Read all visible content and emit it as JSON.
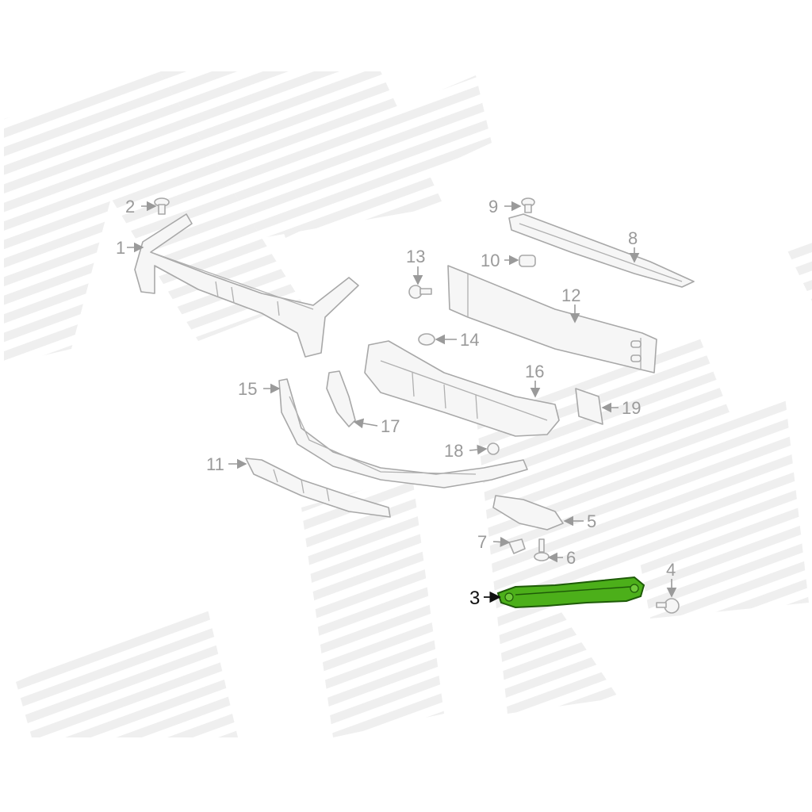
{
  "diagram": {
    "highlight_color": "#4caf1a",
    "callouts": [
      {
        "id": "1",
        "label": "1"
      },
      {
        "id": "2",
        "label": "2"
      },
      {
        "id": "3",
        "label": "3"
      },
      {
        "id": "4",
        "label": "4"
      },
      {
        "id": "5",
        "label": "5"
      },
      {
        "id": "6",
        "label": "6"
      },
      {
        "id": "7",
        "label": "7"
      },
      {
        "id": "8",
        "label": "8"
      },
      {
        "id": "9",
        "label": "9"
      },
      {
        "id": "10",
        "label": "10"
      },
      {
        "id": "11",
        "label": "11"
      },
      {
        "id": "12",
        "label": "12"
      },
      {
        "id": "13",
        "label": "13"
      },
      {
        "id": "14",
        "label": "14"
      },
      {
        "id": "15",
        "label": "15"
      },
      {
        "id": "16",
        "label": "16"
      },
      {
        "id": "17",
        "label": "17"
      },
      {
        "id": "18",
        "label": "18"
      },
      {
        "id": "19",
        "label": "19"
      }
    ],
    "highlighted_part": "3"
  }
}
